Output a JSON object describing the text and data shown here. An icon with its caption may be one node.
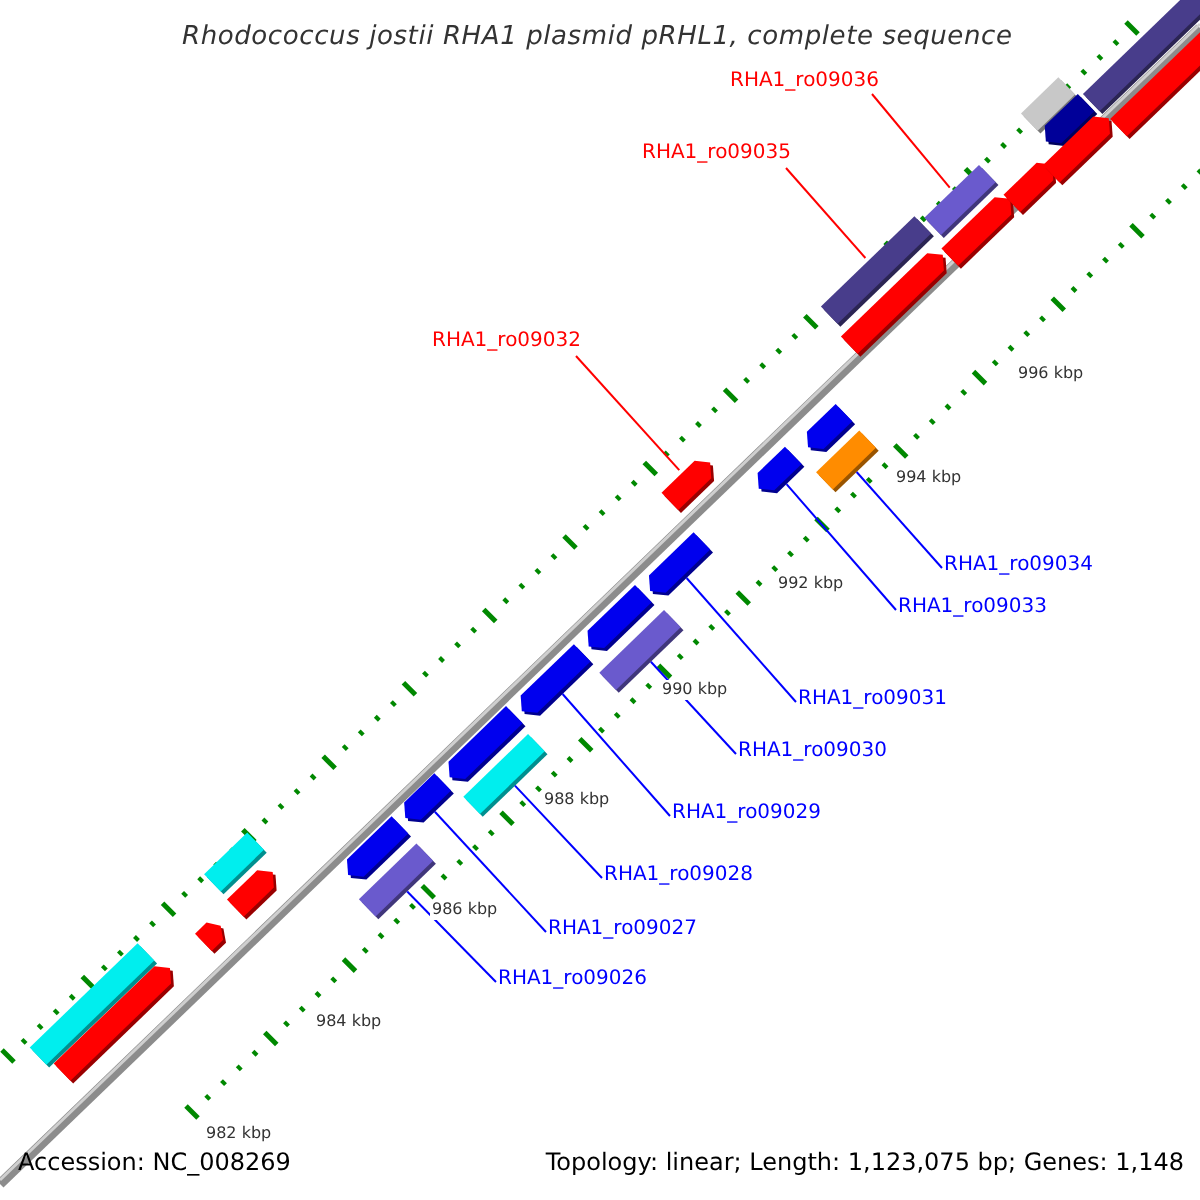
{
  "diagram": {
    "title": "Rhodococcus jostii RHA1 plasmid pRHL1, complete sequence",
    "nodes": [
      {
        "text": [
          "RHA1_ro09036"
        ]
      },
      {
        "text": [
          "RHA1_ro09035"
        ]
      },
      {
        "text": [
          "RHA1_ro09032"
        ]
      },
      {
        "text": [
          "RHA1_ro09034"
        ]
      },
      {
        "text": [
          "RHA1_ro09033"
        ]
      },
      {
        "text": [
          "RHA1_ro09031"
        ]
      },
      {
        "text": [
          "RHA1_ro09030"
        ]
      },
      {
        "text": [
          "RHA1_ro09029"
        ]
      },
      {
        "text": [
          "RHA1_ro09028"
        ]
      },
      {
        "text": [
          "RHA1_ro09027"
        ]
      },
      {
        "text": [
          "RHA1_ro09026"
        ]
      },
      {
        "text": [],
        "shape": "box"
      },
      {
        "text": [],
        "shape": "box"
      },
      {
        "text": [],
        "shape": "arrow"
      },
      {
        "text": [],
        "shape": "box"
      },
      {
        "text": [],
        "shape": "arrow"
      },
      {
        "text": [],
        "shape": "arrow"
      },
      {
        "text": [],
        "shape": "box"
      },
      {
        "text": [],
        "shape": "arrow"
      },
      {
        "text": [],
        "shape": "box"
      },
      {
        "text": [],
        "shape": "arrow"
      },
      {
        "text": [],
        "shape": "box"
      },
      {
        "text": [],
        "shape": "box"
      },
      {
        "text": [],
        "shape": "arrow"
      },
      {
        "text": [],
        "shape": "arrow"
      },
      {
        "text": [],
        "shape": "box"
      },
      {
        "text": [],
        "shape": "arrow"
      },
      {
        "text": [],
        "shape": "arrow"
      },
      {
        "text": [],
        "shape": "arrow"
      },
      {
        "text": [],
        "shape": "arrow"
      },
      {
        "text": [],
        "shape": "arrow"
      },
      {
        "text": [],
        "shape": "arrow"
      },
      {
        "text": [],
        "shape": "arrow"
      },
      {
        "text": [],
        "shape": "arrow"
      },
      {
        "text": [],
        "shape": "box"
      },
      {
        "text": [],
        "shape": "arrow"
      },
      {
        "text": [],
        "shape": "arrow"
      },
      {
        "text": [],
        "shape": "box"
      },
      {
        "text": [],
        "shape": "box"
      }
    ],
    "edges": [
      {
        "from": 0,
        "to": 11,
        "arrow": "none",
        "color": "#ff0000"
      },
      {
        "from": 1,
        "to": 12,
        "arrow": "none",
        "color": "#ff0000"
      },
      {
        "from": 2,
        "to": 13,
        "arrow": "none",
        "color": "#ff0000"
      },
      {
        "from": 3,
        "to": 14,
        "arrow": "none"
      },
      {
        "from": 4,
        "to": 15,
        "arrow": "none"
      },
      {
        "from": 5,
        "to": 16,
        "arrow": "none"
      },
      {
        "from": 6,
        "to": 17,
        "arrow": "none"
      },
      {
        "from": 7,
        "to": 18,
        "arrow": "none"
      },
      {
        "from": 8,
        "to": 19,
        "arrow": "none"
      },
      {
        "from": 9,
        "to": 20,
        "arrow": "none"
      },
      {
        "from": 10,
        "to": 21,
        "arrow": "none"
      }
    ],
    "labels": [
      "996 kbp",
      "994 kbp",
      "992 kbp",
      "990 kbp",
      "988 kbp",
      "986 kbp",
      "984 kbp",
      "982 kbp",
      "Accession: NC_008269",
      "Topology: linear; Length: 1,123,075 bp; Genes: 1,148"
    ]
  }
}
